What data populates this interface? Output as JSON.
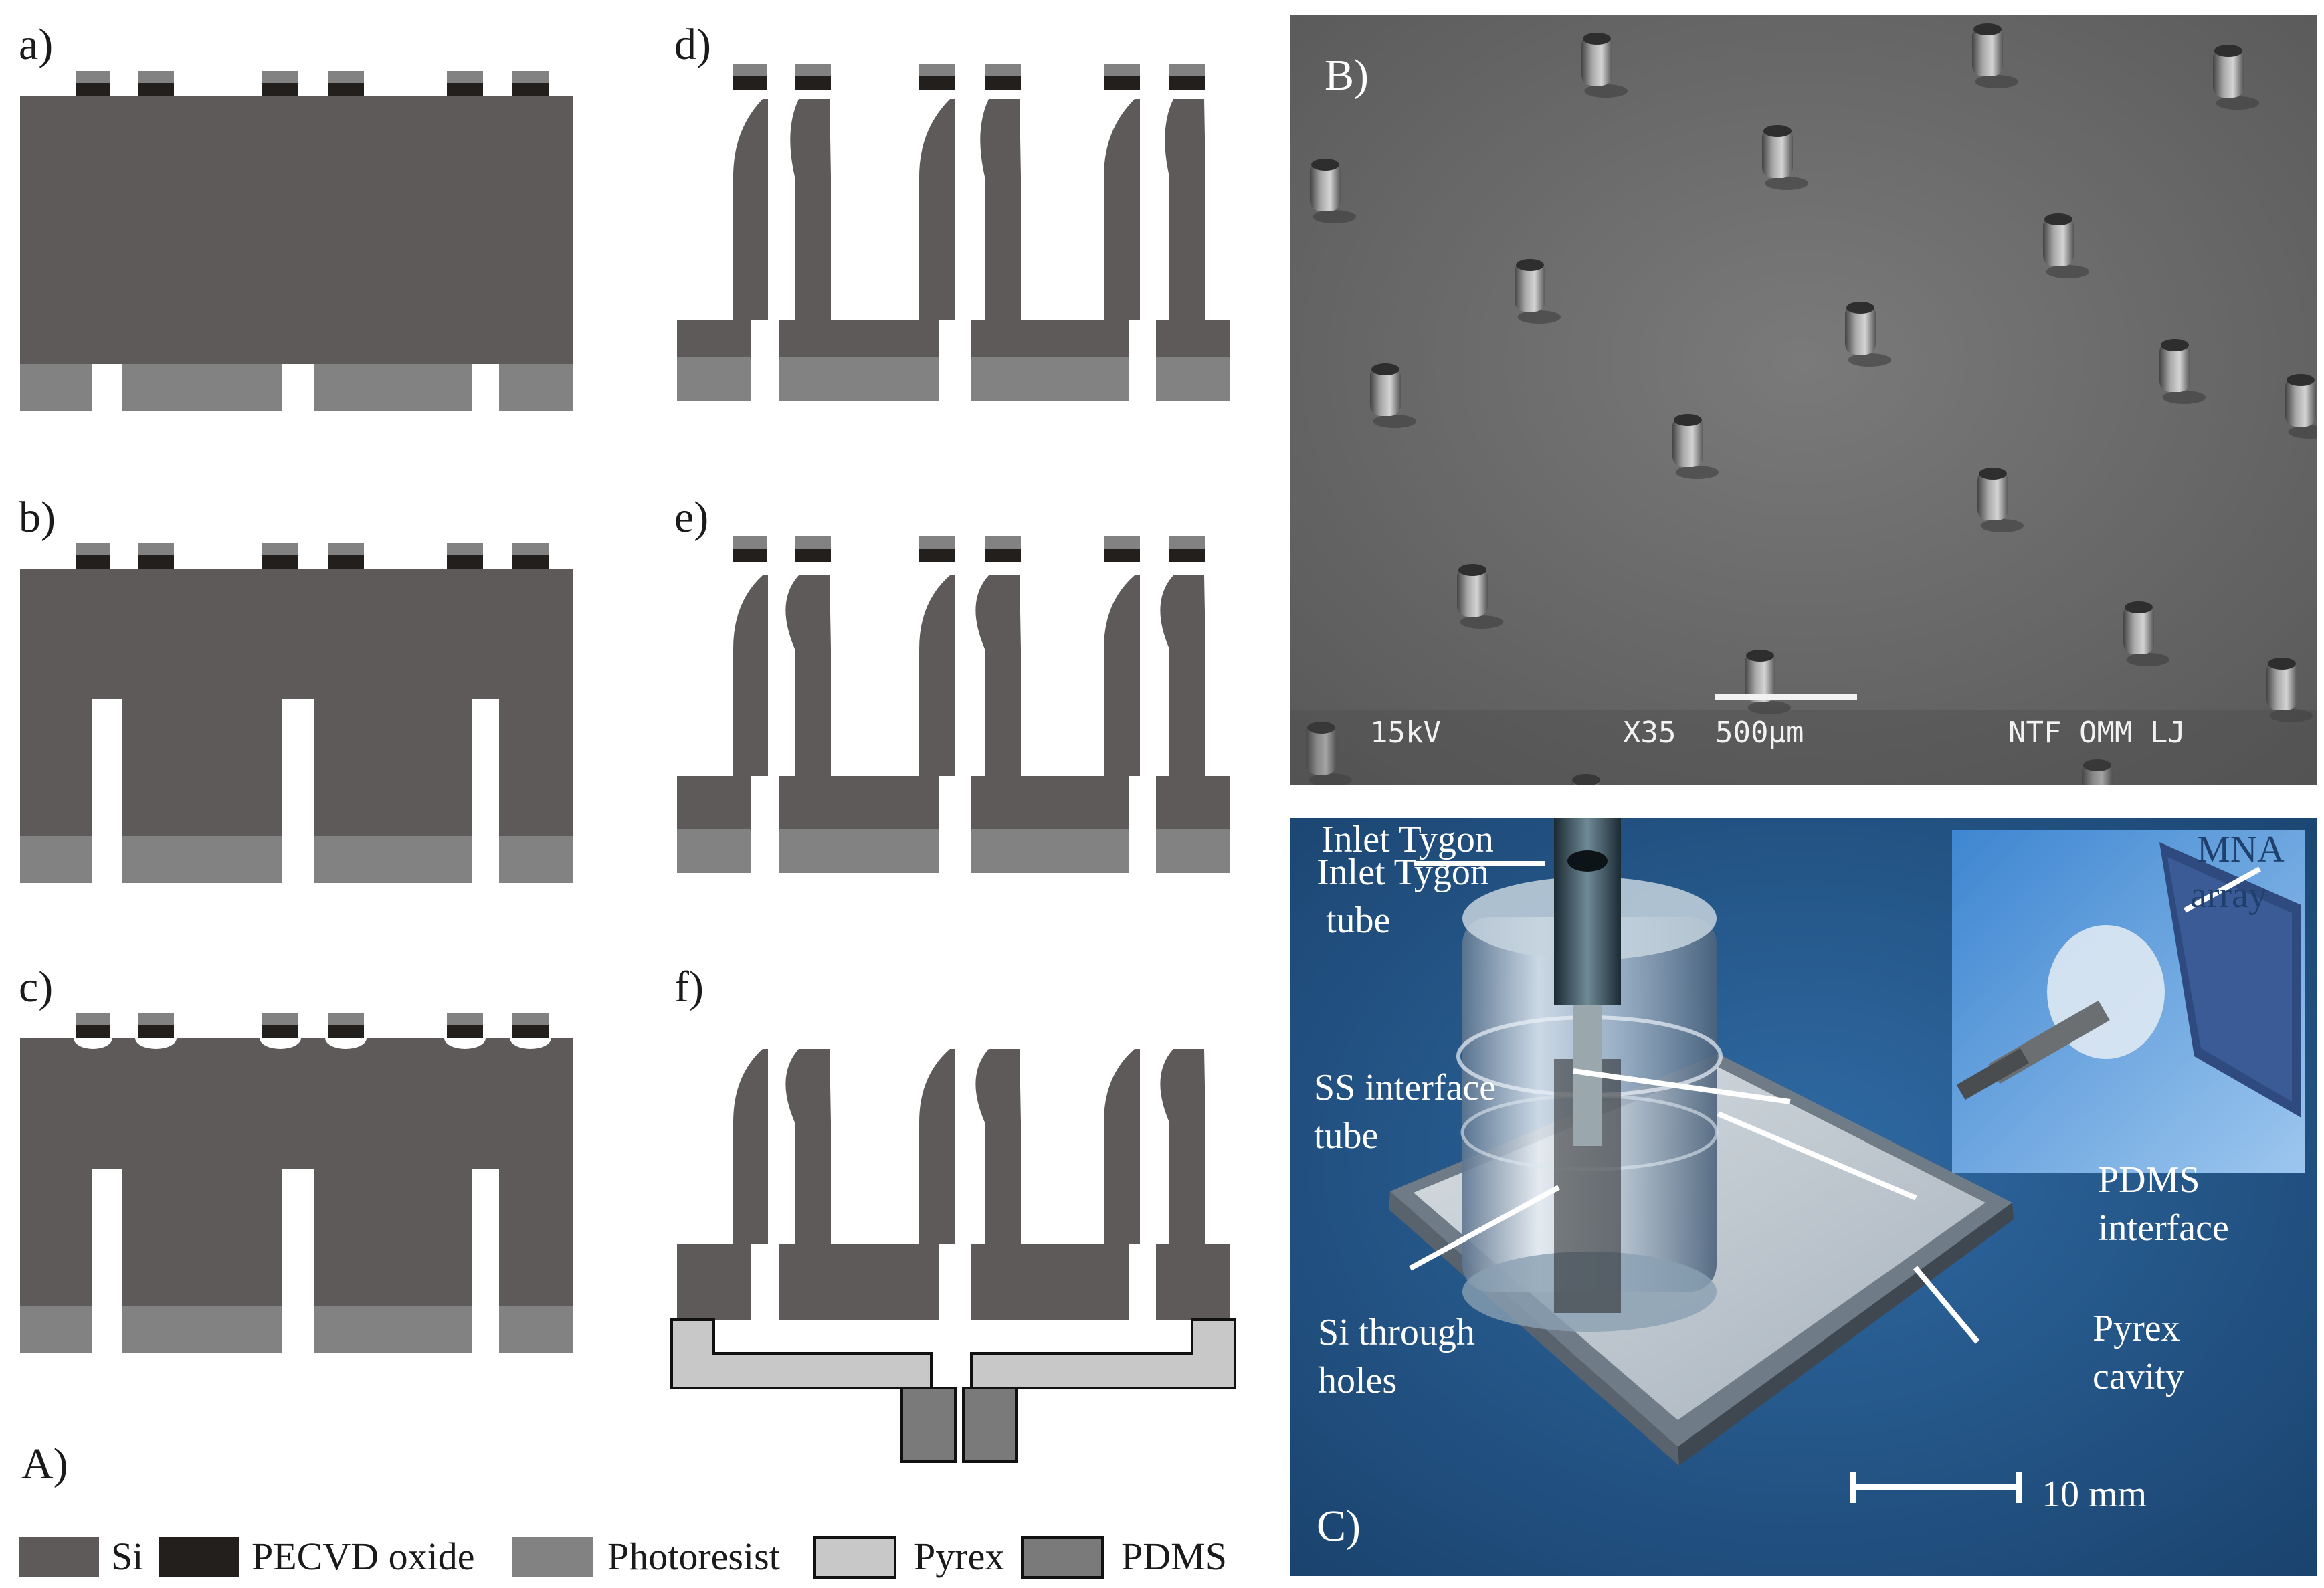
{
  "panels": {
    "a": "a)",
    "b": "b)",
    "c": "c)",
    "d": "d)",
    "e": "e)",
    "f": "f)",
    "A": "A)",
    "B": "B)",
    "C": "C)"
  },
  "legend": [
    {
      "label": "Si",
      "color": "#5e5a5a"
    },
    {
      "label": "PECVD oxide",
      "color": "#231f1c"
    },
    {
      "label": "Photoresist",
      "color": "#828282"
    },
    {
      "label": "Pyrex",
      "color": "#c8c8c8"
    },
    {
      "label": "PDMS",
      "color": "#7a7a7a"
    }
  ],
  "colors": {
    "si": "#5e5a5a",
    "oxide": "#231f1c",
    "photoresist": "#828282",
    "pyrex": "#c8c8c8",
    "pdms": "#7a7a7a"
  },
  "sem": {
    "voltage": "15kV",
    "magnification": "X35",
    "scale_bar": "500µm",
    "lab": "NTF OMM LJ"
  },
  "device": {
    "inlet_tube": [
      "Inlet Tygon",
      "tube"
    ],
    "ss_tube": [
      "SS interface",
      "tube"
    ],
    "si_holes": [
      "Si through",
      "holes"
    ],
    "pdms_interface": [
      "PDMS",
      "interface"
    ],
    "pyrex_cavity": [
      "Pyrex",
      "cavity"
    ],
    "mna_array": [
      "MNA",
      "array"
    ],
    "scale_bar": "10 mm"
  }
}
